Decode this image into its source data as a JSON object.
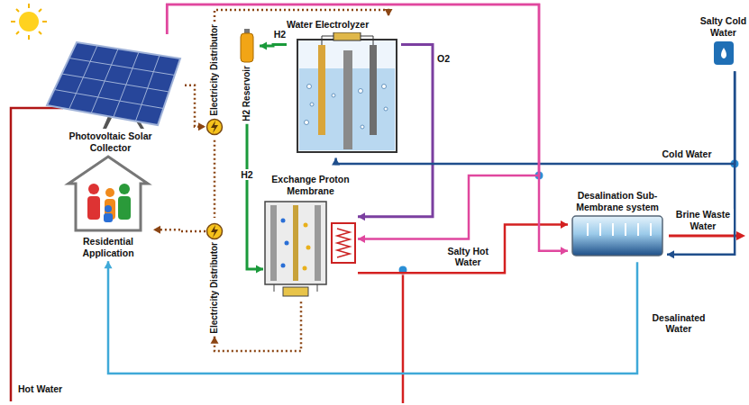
{
  "diagram": {
    "nodes": [
      {
        "text": [
          "Photovoltaic Solar Collector"
        ]
      },
      {
        "text": [
          "Electricity Distributor"
        ]
      },
      {
        "text": [
          "H2 Reservoir"
        ]
      },
      {
        "text": [
          "Water Electrolyzer"
        ]
      },
      {
        "text": [
          "Salty Cold Water"
        ]
      },
      {
        "text": [
          "Residential Application"
        ]
      },
      {
        "text": [
          "Electricity Distributor"
        ]
      },
      {
        "text": [
          "Exchange Proton Membrane"
        ]
      },
      {
        "text": [
          "Desalination Sub- Membrane system"
        ]
      }
    ],
    "edges": [
      {
        "from": 0,
        "to": 1,
        "arrow": "to"
      },
      {
        "from": 1,
        "to": 3,
        "arrow": "to"
      },
      {
        "from": 3,
        "to": 2,
        "label": "H2",
        "arrow": "to"
      },
      {
        "from": 2,
        "to": 7,
        "label": "H2",
        "arrow": "to"
      },
      {
        "from": 3,
        "to": 7,
        "label": "O2",
        "arrow": "to"
      },
      {
        "from": 4,
        "to": 3,
        "label": "Cold Water",
        "arrow": "to"
      },
      {
        "from": 4,
        "to": 8,
        "arrow": "to"
      },
      {
        "from": 7,
        "to": 8,
        "label": "Salty Hot Water",
        "arrow": "to"
      },
      {
        "from": 0,
        "to": 8,
        "arrow": "to"
      },
      {
        "from": 0,
        "to": 7,
        "arrow": "to"
      },
      {
        "from": 8,
        "to": 5,
        "label": "Desalinated Water",
        "arrow": "to"
      },
      {
        "from": 7,
        "to": 6,
        "arrow": "to"
      },
      {
        "from": 1,
        "to": 6,
        "arrow": "none"
      },
      {
        "from": 6,
        "to": 5,
        "arrow": "to"
      }
    ],
    "labels": [
      "Brine Waste Water",
      "Hot Water"
    ]
  }
}
